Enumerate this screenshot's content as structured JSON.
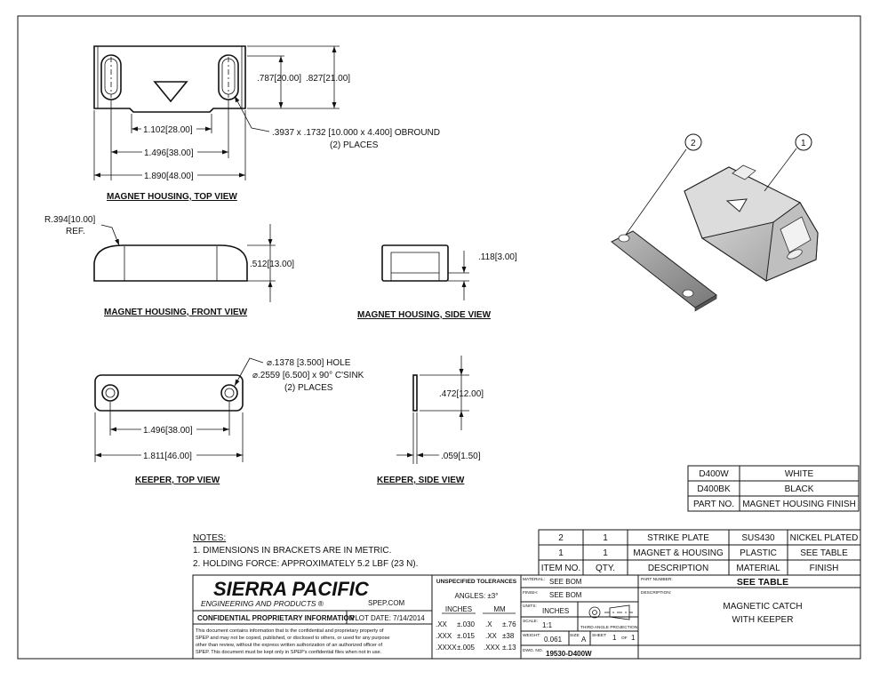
{
  "views": {
    "top": {
      "title": "MAGNET HOUSING, TOP VIEW",
      "dim_height_in": ".787",
      "dim_height_mm": "20.00",
      "dim_total_height_in": ".827",
      "dim_total_height_mm": "21.00",
      "dim_inner_in": "1.102",
      "dim_inner_mm": "28.00",
      "dim_slot_in": "1.496",
      "dim_slot_mm": "38.00",
      "dim_overall_in": "1.890",
      "dim_overall_mm": "48.00",
      "note_line1": ".3937 x .1732 [10.000 x 4.400] OBROUND",
      "note_line2": "(2) PLACES"
    },
    "front": {
      "title": "MAGNET HOUSING, FRONT VIEW",
      "radius_label": "R.394",
      "radius_mm": "10.00",
      "radius_ref": "REF.",
      "dim_height_in": ".512",
      "dim_height_mm": "13.00"
    },
    "side": {
      "title": "MAGNET HOUSING, SIDE VIEW",
      "dim_in": ".118",
      "dim_mm": "3.00"
    },
    "keeper_top": {
      "title": "KEEPER, TOP VIEW",
      "hole_line1": "⌀.1378 [3.500] HOLE",
      "hole_line2": "⌀.2559 [6.500] x 90° C'SINK",
      "hole_line3": "(2) PLACES",
      "dim_holes_in": "1.496",
      "dim_holes_mm": "38.00",
      "dim_overall_in": "1.811",
      "dim_overall_mm": "46.00"
    },
    "keeper_side": {
      "title": "KEEPER, SIDE VIEW",
      "dim_height_in": ".472",
      "dim_height_mm": "12.00",
      "dim_thick_in": ".059",
      "dim_thick_mm": "1.50"
    },
    "iso": {
      "balloon1": "1",
      "balloon2": "2"
    }
  },
  "finish_table": {
    "rows": [
      [
        "D400W",
        "WHITE"
      ],
      [
        "D400BK",
        "BLACK"
      ],
      [
        "PART NO.",
        "MAGNET HOUSING FINISH"
      ]
    ]
  },
  "notes": {
    "heading": "NOTES:",
    "items": [
      "1.   DIMENSIONS IN BRACKETS ARE IN METRIC.",
      "2.   HOLDING FORCE: APPROXIMATELY 5.2 LBF (23 N)."
    ]
  },
  "bom": {
    "rows": [
      [
        "2",
        "1",
        "STRIKE PLATE",
        "SUS430",
        "NICKEL PLATED"
      ],
      [
        "1",
        "1",
        "MAGNET & HOUSING",
        "PLASTIC",
        "SEE TABLE"
      ]
    ],
    "headers": [
      "ITEM NO.",
      "QTY.",
      "DESCRIPTION",
      "MATERIAL",
      "FINISH"
    ]
  },
  "title_block": {
    "company": "SIERRA PACIFIC",
    "company_sub": "ENGINEERING AND PRODUCTS",
    "registered": "®",
    "website": "SPEP.COM",
    "confidential": "CONFIDENTIAL PROPRIETARY INFORMATION",
    "plot_date": "PLOT DATE: 7/14/2014",
    "disclaimer": [
      "This document contains information that is the confidential and proprietary property of",
      "SPEP and may not be copied, published, or disclosed to others, or used for any purpose",
      "other than review, without the express written authorization of an authorized officer of",
      "SPEP. This document must be kept only in SPEP's confidential files when not in use."
    ],
    "tolerances_heading": "UNSPECIFIED TOLERANCES",
    "angles": "ANGLES: ±3°",
    "inches_label": "INCHES",
    "mm_label": "MM",
    "tol_rows": [
      [
        ".XX",
        "±.030",
        ".X",
        "±.76"
      ],
      [
        ".XXX",
        "±.015",
        ".XX",
        "±38"
      ],
      [
        ".XXXX",
        "±.005",
        ".XXX",
        "±.13"
      ]
    ],
    "material_label": "MATERIAL:",
    "material": "SEE BOM",
    "finish_label": "FINISH:",
    "finish": "SEE BOM",
    "units_label": "UNITS:",
    "units": "INCHES",
    "scale_label": "SCALE:",
    "scale": "1:1",
    "projection": "THIRD ANGLE PROJECTION",
    "weight_label": "WEIGHT:",
    "weight": "0.061",
    "size_label": "SIZE",
    "size": "A",
    "sheet_label": "SHEET",
    "sheet": "1",
    "of_label": "OF",
    "of": "1",
    "dwg_label": "DWG. NO.",
    "dwg": "19530-D400W",
    "part_label": "PART NUMBER:",
    "part": "SEE TABLE",
    "desc_label": "DESCRIPTION:",
    "desc_line1": "MAGNETIC CATCH",
    "desc_line2": "WITH KEEPER"
  }
}
